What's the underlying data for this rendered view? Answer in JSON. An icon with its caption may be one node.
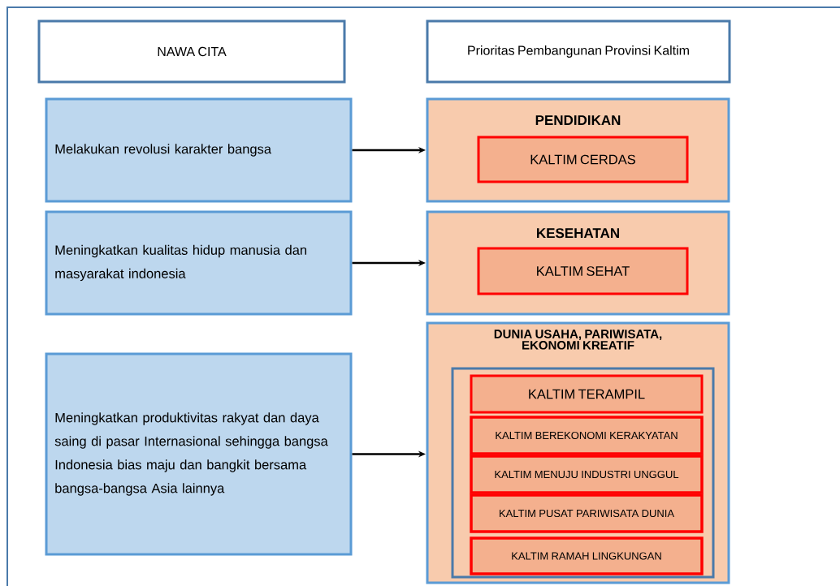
{
  "diagram": {
    "nodes": [
      {
        "text": [
          "NAWA CITA"
        ]
      },
      {
        "text": [
          "Prioritas Pembangunan Provinsi Kaltim"
        ]
      },
      {
        "text": [
          "Melakukan revolusi karakter bangsa"
        ]
      },
      {
        "text": [
          "PENDIDIKAN"
        ]
      },
      {
        "text": [
          "KALTIM CERDAS"
        ],
        "in": 3
      },
      {
        "text": [
          "Meningkatkan kualitas hidup manusia dan masyarakat indonesia"
        ]
      },
      {
        "text": [
          "KESEHATAN"
        ]
      },
      {
        "text": [
          "KALTIM SEHAT"
        ],
        "in": 6
      },
      {
        "text": [
          "Meningkatkan produktivitas rakyat dan daya saing di pasar Internasional sehingga bangsa Indonesia bias maju dan bangkit bersama bangsa-bangsa Asia lainnya"
        ]
      },
      {
        "text": [
          "DUNIA USAHA, PARIWISATA, EKONOMI KREATIF"
        ]
      },
      {
        "text": [],
        "shape": "box",
        "in": 9
      },
      {
        "text": [
          "KALTIM TERAMPIL"
        ],
        "in": 10
      },
      {
        "text": [
          "KALTIM BEREKONOMI KERAKYATAN"
        ],
        "in": 10
      },
      {
        "text": [
          "KALTIM MENUJU INDUSTRI UNGGUL"
        ],
        "in": 10
      },
      {
        "text": [
          "KALTIM PUSAT PARIWISATA DUNIA"
        ],
        "in": 10
      },
      {
        "text": [
          "KALTIM RAMAH LINGKUNGAN"
        ],
        "in": 10
      }
    ],
    "edges": [
      {
        "from": 2,
        "to": 3,
        "arrow": "to"
      },
      {
        "from": 5,
        "to": 6,
        "arrow": "to"
      },
      {
        "from": 8,
        "to": 9,
        "arrow": "to"
      }
    ]
  }
}
